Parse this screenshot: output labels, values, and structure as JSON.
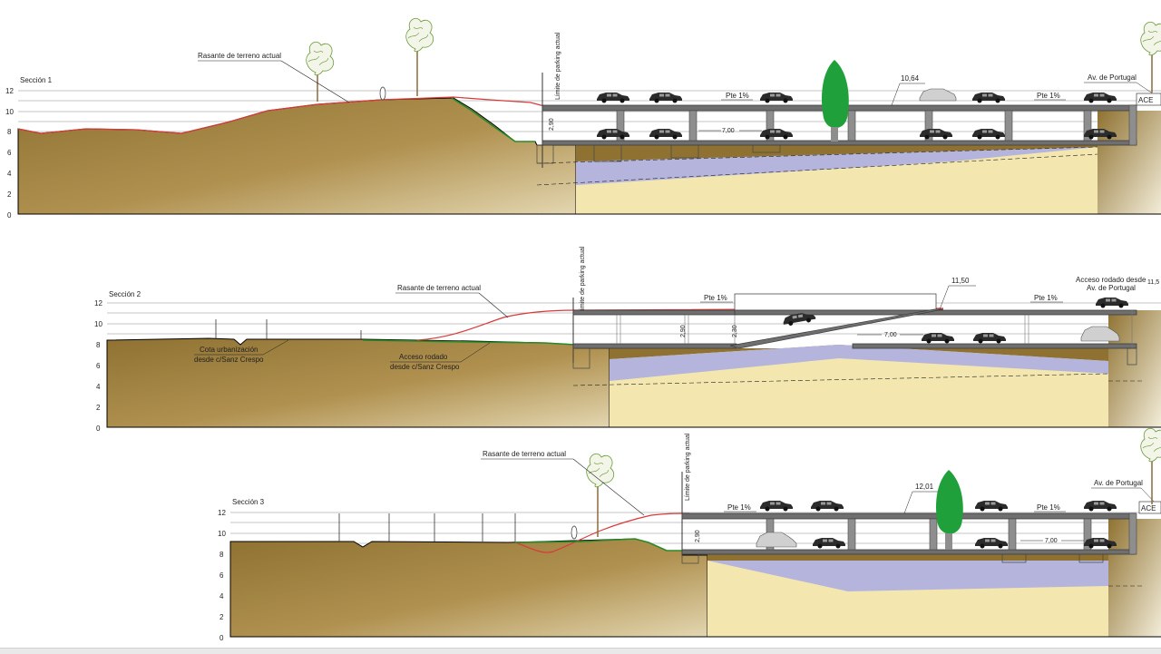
{
  "sections": [
    {
      "id": "s1",
      "title": "Sección 1",
      "axis_labels": [
        "12",
        "10",
        "8",
        "6",
        "4",
        "2",
        "0"
      ],
      "rasante_label": "Rasante de terreno actual",
      "limite_label": "Límite de parking actual",
      "dim_top": "10,64",
      "dim_mid": "7,00",
      "dim_height": "2,90",
      "pte_left": "Pte 1%",
      "pte_right": "Pte 1%",
      "av_label": "Av. de Portugal",
      "ace_label": "ACE"
    },
    {
      "id": "s2",
      "title": "Sección 2",
      "axis_labels": [
        "12",
        "10",
        "8",
        "6",
        "4",
        "2",
        "0"
      ],
      "rasante_label": "Rasante de terreno actual",
      "limite_label": "Límite de parking actual",
      "cota_label_1": "Cota urbanización",
      "cota_label_2": "desde c/Sanz Crespo",
      "acceso_label_1": "Acceso rodado",
      "acceso_label_2": "desde c/Sanz Crespo",
      "acceso_av_1": "Acceso rodado desde",
      "acceso_av_2": "Av. de Portugal",
      "dim_top": "11,50",
      "dim_mid": "7,00",
      "dim_height_1": "2,90",
      "dim_height_2": "2,30",
      "pte_left": "Pte 1%",
      "pte_right": "Pte 1%",
      "edge_value": "11,5"
    },
    {
      "id": "s3",
      "title": "Sección 3",
      "axis_labels": [
        "12",
        "10",
        "8",
        "6",
        "4",
        "2",
        "0"
      ],
      "rasante_label": "Rasante de terreno actual",
      "limite_label": "Límite de parking actual",
      "dim_top": "12,01",
      "dim_mid": "7,00",
      "dim_height": "2,90",
      "pte_left": "Pte 1%",
      "pte_right": "Pte 1%",
      "av_label": "Av. de Portugal",
      "ace_label": "ACE"
    }
  ],
  "colors": {
    "terrain": "#a88a4a",
    "fill_light": "#f3e6ae",
    "fill_purple": "#b4b4dc",
    "rasante": "#d83a3a",
    "green": "#2a8a2a",
    "tree": "#1fa03a"
  }
}
